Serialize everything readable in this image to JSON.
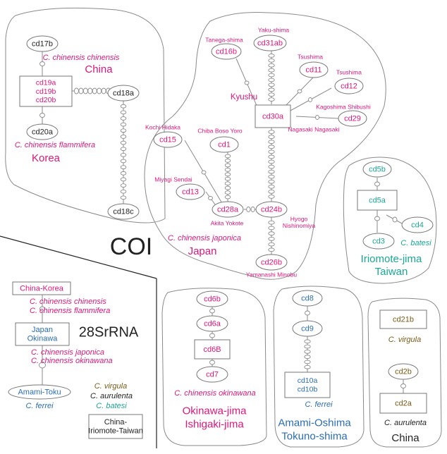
{
  "colors": {
    "magenta": "#e0157a",
    "blue": "#2a6db5",
    "teal": "#1aa894",
    "brown": "#7a5a16",
    "black": "#222222",
    "outline": "#8a8a8a"
  },
  "nodes": {
    "cd17b": "cd17b",
    "cd19_box": [
      "cd19a",
      "cd19b",
      "cd20b"
    ],
    "cd18a": "cd18a",
    "cd20a": "cd20a",
    "cd18c": "cd18c",
    "cd31ab": "cd31ab",
    "cd16b": "cd16b",
    "cd11": "cd11",
    "cd12": "cd12",
    "cd30a": "cd30a",
    "cd29": "cd29",
    "cd15": "cd15",
    "cd1": "cd1",
    "cd13": "cd13",
    "cd28a": "cd28a",
    "cd24b": "cd24b",
    "cd26b": "cd26b",
    "cd5b": "cd5b",
    "cd5a": "cd5a",
    "cd4": "cd4",
    "cd3": "cd3",
    "cd6b": "cd6b",
    "cd6a": "cd6a",
    "cd6B": "cd6B",
    "cd7": "cd7",
    "cd8": "cd8",
    "cd9": "cd9",
    "cd10_box": [
      "cd10a",
      "cd10b"
    ],
    "cd21b": "cd21b",
    "cd2b": "cd2b",
    "cd2a": "cd2a",
    "china_korea": "China-Korea",
    "japan_okinawa": [
      "Japan",
      "Okinawa"
    ],
    "amami_toku": "Amami-Toku",
    "china_iriomote": [
      "China-",
      "Iriomote-Taiwan"
    ]
  },
  "places": {
    "tanega": "Tanega-shima",
    "yaku": "Yaku-shima",
    "tsushima1": "Tsushima",
    "tsushima2": "Tsushima",
    "kyushu": "Kyushu",
    "kagoshima": "Kagoshima Shibushi",
    "nagasaki": "Nagasaki Nagasaki",
    "kochi": "Kochi Hidaka",
    "chiba": "Chiba Boso Yoro",
    "miyagi": "Miyagi Sendai",
    "akita": "Akita Yokote",
    "hyogo": [
      "Hyogo",
      "Nishinomiya"
    ],
    "yamanashi": "Yamanashi Minobu"
  },
  "region_labels": {
    "china": "China",
    "korea": "Korea",
    "japan": "Japan",
    "iriomote": [
      "Iriomote-jima",
      "Taiwan"
    ],
    "okinawa": [
      "Okinawa-jima",
      "Ishigaki-jima"
    ],
    "amami": [
      "Amami-Oshima",
      "Tokuno-shima"
    ],
    "china2": "China"
  },
  "species": {
    "c_chin_chin": "C. chinensis chinensis",
    "c_chin_flam": "C. chinensis flammifera",
    "c_chin_jap": "C. chinensis japonica",
    "c_batesi": "C. batesi",
    "c_chin_okin": "C. chinensis okinawana",
    "c_ferrei": "C. ferrei",
    "c_virgula": "C. virgula",
    "c_aurulenta": "C. aurulenta"
  },
  "legend28": {
    "chin_chin": "C. chinensis chinensis",
    "chin_flam": "C. chinensis flammifera",
    "chin_jap": "C. chinensis japonica",
    "chin_okin": "C. chinensis okinawana",
    "ferrei": "C. ferrei",
    "virgula": "C. virgula",
    "aurulenta": "C. aurulenta",
    "batesi": "C. batesi"
  },
  "panel_titles": {
    "coi": "COI",
    "rrna": "28SrRNA"
  }
}
